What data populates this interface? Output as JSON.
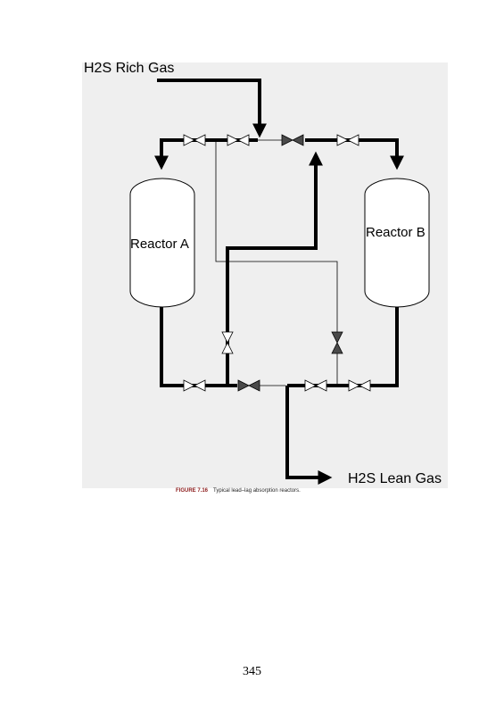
{
  "labels": {
    "inlet": "H2S Rich Gas",
    "outlet": "H2S Lean Gas",
    "reactor_a": "Reactor A",
    "reactor_b": "Reactor B"
  },
  "caption": {
    "figure_number": "FIGURE 7.16",
    "text": "Typical lead–lag absorption reactors."
  },
  "page_number": "345",
  "colors": {
    "panel_background": "#efefef",
    "line": "#000000",
    "closed_valve": "#4a4a4a",
    "open_valve": "#ffffff",
    "figure_number": "#8b1a1a"
  }
}
